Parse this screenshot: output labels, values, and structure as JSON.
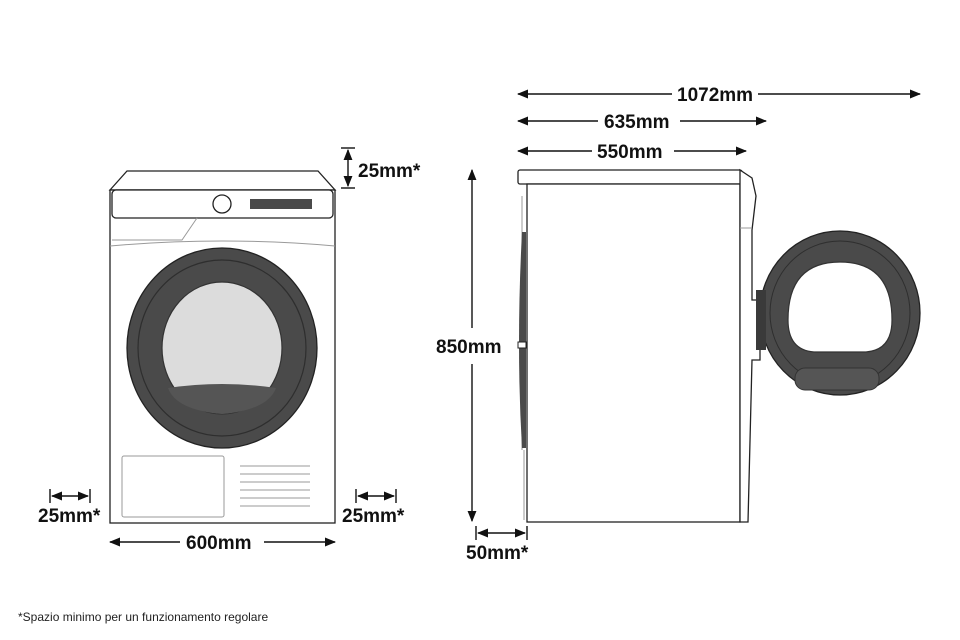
{
  "dimensions": {
    "top_clearance": "25mm*",
    "left_clearance": "25mm*",
    "right_clearance": "25mm*",
    "width": "600mm",
    "height": "850mm",
    "back_clearance": "50mm*",
    "depth_door_open": "1072mm",
    "depth_with_door": "635mm",
    "depth_body": "550mm"
  },
  "footnote": "*Spazio minimo per un funzionamento regolare",
  "colors": {
    "line": "#111111",
    "door_ring": "#4a4a4a",
    "glass": "#dcdcdc",
    "body_outline": "#222222"
  }
}
